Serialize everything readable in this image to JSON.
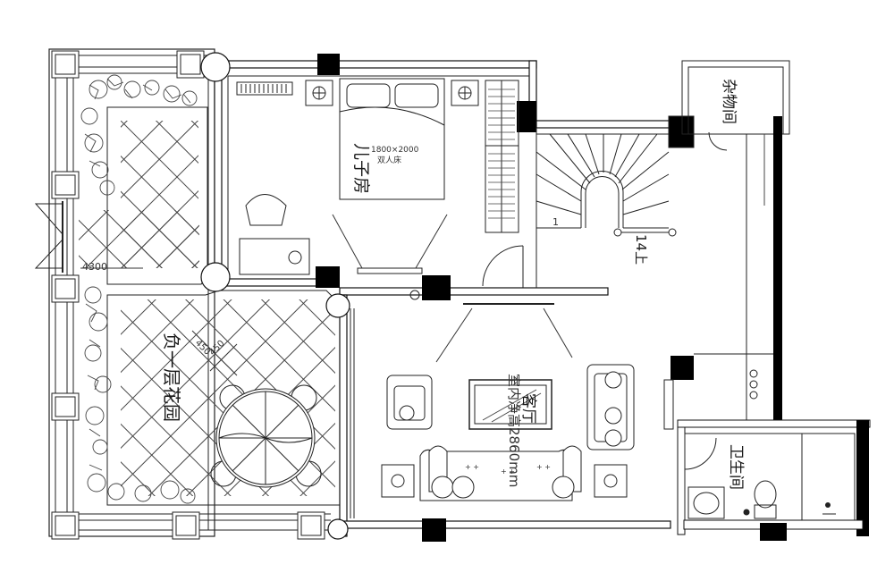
{
  "rooms": {
    "son_room": "儿子房",
    "bed_size": "1800×2000",
    "bed_type": "双人床",
    "storage": "杂物间",
    "bathroom": "卫生间",
    "living": "客厅",
    "ceiling_height": "室内净高2860mm",
    "garden": "负一层花园",
    "up": "14上",
    "stair_step": "1"
  },
  "dimensions": {
    "garden_width": "4300",
    "tile_spacing_a": "450",
    "tile_spacing_b": "450"
  },
  "colors": {
    "wall": "#000000",
    "line": "#222222",
    "background": "#ffffff",
    "tile_line": "#444444"
  },
  "icons": [
    "plant-icon",
    "umbrella-table-icon",
    "sofa-icon",
    "bed-icon",
    "toilet-icon",
    "sink-icon",
    "stairs-icon",
    "tv-icon"
  ]
}
